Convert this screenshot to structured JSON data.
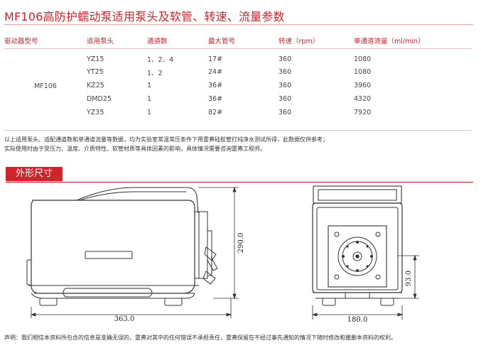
{
  "title": "MF106高防护蠕动泵适用泵头及软管、转速、流量参数",
  "table": {
    "headers": [
      "驱动器型号",
      "适用泵头",
      "通道数",
      "最大管号",
      "转速（rpm）",
      "单通道流量（ml/min）"
    ],
    "driver": "MF106",
    "rows": [
      [
        "YZ15",
        "1、2、4",
        "17#",
        "360",
        "1080"
      ],
      [
        "YT25",
        "1、2",
        "24#",
        "360",
        "1080"
      ],
      [
        "KZ25",
        "1",
        "36#",
        "360",
        "3960"
      ],
      [
        "DMD25",
        "1",
        "36#",
        "360",
        "4320"
      ],
      [
        "YZ35",
        "1",
        "82#",
        "360",
        "7920"
      ]
    ]
  },
  "notes": [
    "以上适用泵头、适配通道数和单通道流量等数据，均为实验室常温常压条件下用雷弗硅胶管打纯净水测试所得，此数据仅供参考；",
    "实际使用时由于受压力、温度、介质特性、软管材质等具体因素的影响，具体情况需要咨询雷弗工程师。"
  ],
  "section_title": "外形尺寸",
  "dimensions": {
    "side_width": "363.0",
    "side_height": "290.0",
    "front_width": "180.0",
    "front_height": "93.0"
  },
  "disclaimer": "声明：我们相信本资料所包含的信息是准确无误的，雷弗对其中的任何错误不承担责任，雷弗保留在不经过事先通知的情况下随时修改和撤删本资料的权利。",
  "colors": {
    "accent": "#d2232a",
    "line": "#333333"
  }
}
